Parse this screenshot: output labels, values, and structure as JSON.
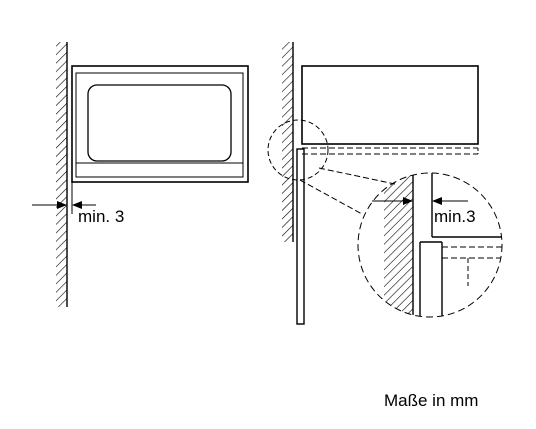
{
  "labels": {
    "left_clearance": "min. 3",
    "detail_clearance": "min.3",
    "units_note": "Maße in mm"
  },
  "colors": {
    "line": "#000000",
    "background": "#ffffff"
  }
}
